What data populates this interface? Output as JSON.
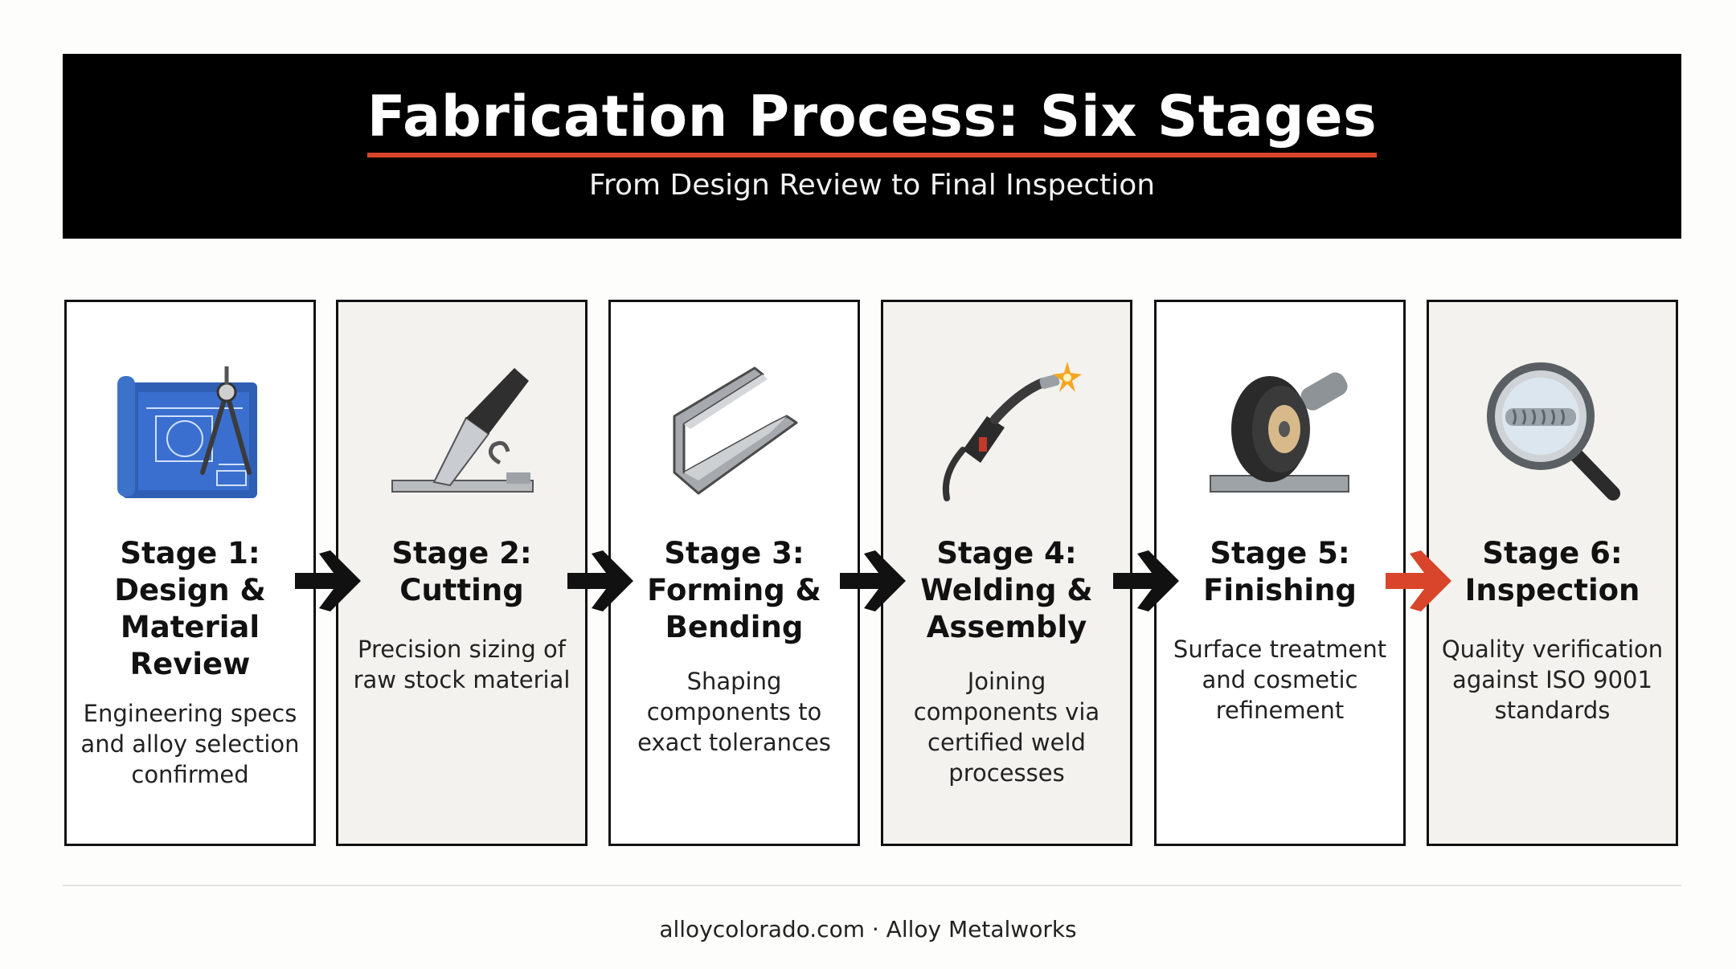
{
  "header": {
    "title": "Fabrication Process: Six Stages",
    "subtitle": "From Design Review to Final Inspection",
    "accent_color": "#d8452a"
  },
  "stages": [
    {
      "title": "Stage 1: Design & Material Review",
      "description": "Engineering specs and alloy selection confirmed",
      "icon": "blueprint-compass-icon"
    },
    {
      "title": "Stage 2: Cutting",
      "description": "Precision sizing of raw stock material",
      "icon": "cutting-blade-icon"
    },
    {
      "title": "Stage 3: Forming & Bending",
      "description": "Shaping components to exact tolerances",
      "icon": "bent-channel-icon"
    },
    {
      "title": "Stage 4: Welding & Assembly",
      "description": "Joining components via certified weld processes",
      "icon": "welding-torch-icon"
    },
    {
      "title": "Stage 5: Finishing",
      "description": "Surface treatment and cosmetic refinement",
      "icon": "grinding-wheel-icon"
    },
    {
      "title": "Stage 6: Inspection",
      "description": "Quality verification against ISO 9001 standards",
      "icon": "magnifier-weld-icon"
    }
  ],
  "arrows": [
    {
      "color": "#111111"
    },
    {
      "color": "#111111"
    },
    {
      "color": "#111111"
    },
    {
      "color": "#111111"
    },
    {
      "color": "#d8452a"
    }
  ],
  "footer": {
    "text": "alloycolorado.com · Alloy Metalworks"
  }
}
